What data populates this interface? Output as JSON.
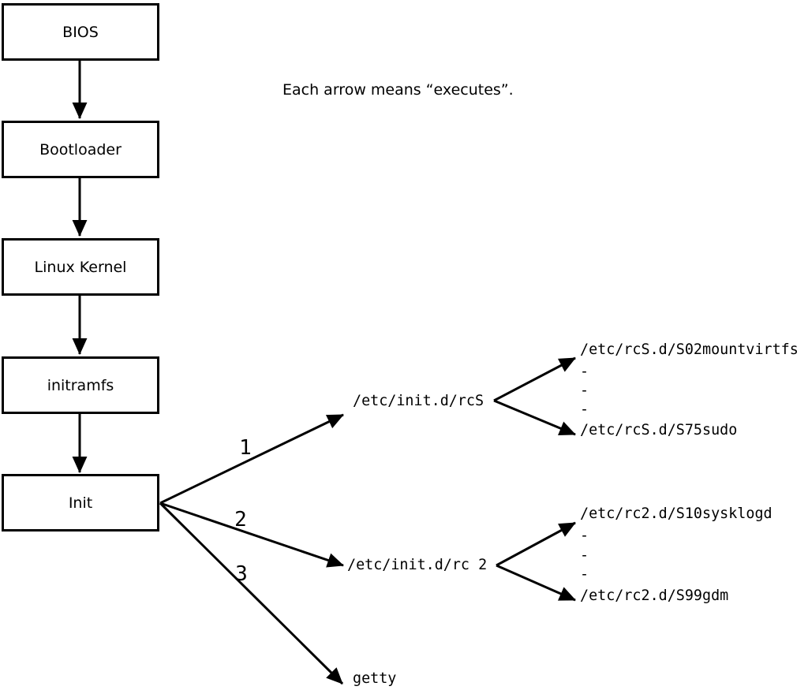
{
  "diagram": {
    "note": "Each arrow means “executes”.",
    "boxes": [
      {
        "label": "BIOS"
      },
      {
        "label": "Bootloader"
      },
      {
        "label": "Linux Kernel"
      },
      {
        "label": "initramfs"
      },
      {
        "label": "Init"
      }
    ],
    "branch_labels": [
      "1",
      "2",
      "3"
    ],
    "targets": {
      "rcS": "/etc/init.d/rcS",
      "rc2": "/etc/init.d/rc 2",
      "getty": "getty"
    },
    "scripts_rcS": {
      "first": "/etc/rcS.d/S02mountvirtfs",
      "ellipsis": [
        "-",
        "-",
        "-"
      ],
      "last": "/etc/rcS.d/S75sudo"
    },
    "scripts_rc2": {
      "first": "/etc/rc2.d/S10sysklogd",
      "ellipsis": [
        "-",
        "-",
        "-"
      ],
      "last": "/etc/rc2.d/S99gdm"
    },
    "colors": {
      "line": "#000000",
      "background": "#ffffff"
    }
  }
}
